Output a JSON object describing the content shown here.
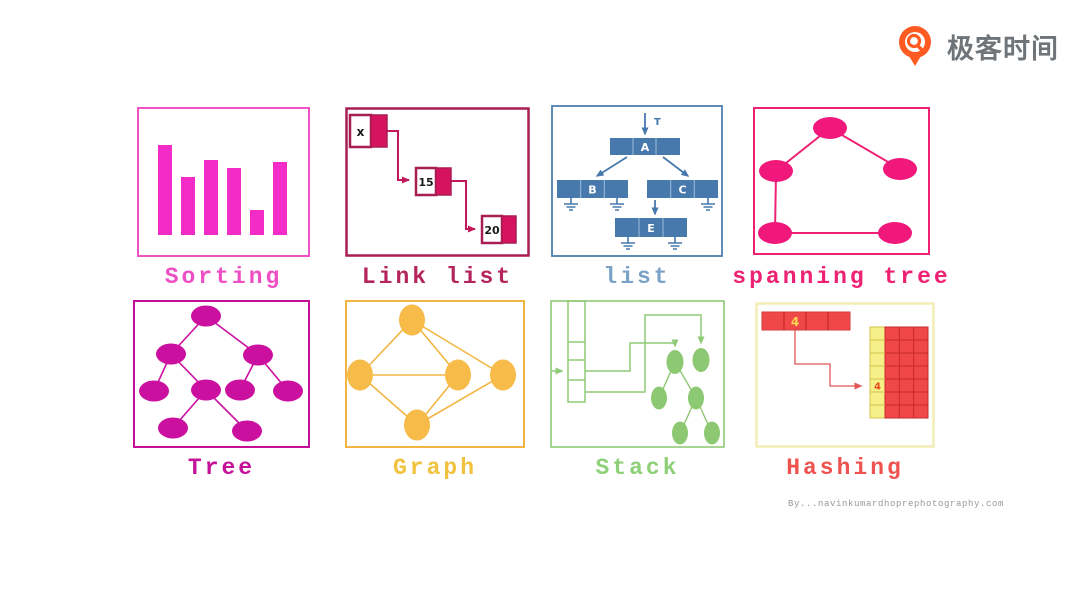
{
  "header": {
    "logo_text": "极客时间"
  },
  "panels": {
    "sorting": {
      "label": "Sorting",
      "bars": [
        90,
        58,
        75,
        67,
        25,
        73
      ]
    },
    "link_list": {
      "label": "Link list",
      "node1": "x",
      "node2": "15",
      "node3": "20"
    },
    "list": {
      "label": "list",
      "node_a": "A",
      "node_b": "B",
      "node_c": "C",
      "node_e": "E",
      "pointer": "T"
    },
    "spanning_tree": {
      "label": "spanning tree"
    },
    "tree": {
      "label": "Tree"
    },
    "graph": {
      "label": "Graph"
    },
    "stack": {
      "label": "Stack"
    },
    "hashing": {
      "label": "Hashing",
      "key": "4",
      "bucket": "4"
    }
  },
  "footer": {
    "watermark": "By...navinkumardhoprephotography.com"
  },
  "colors": {
    "sorting_pink": "#ee4fc5",
    "sorting_bar": "#f32cc8",
    "link_list_crimson": "#b5255d",
    "link_list_fill": "#d6135f",
    "list_blue": "#4c80b3",
    "list_label_blue": "#7ba3c8",
    "spanning_pink": "#ee2173",
    "tree_magenta": "#c5109a",
    "graph_orange": "#f2b544",
    "stack_green": "#8fca77",
    "hashing_red": "#f04848",
    "hashing_yellow": "#f7ef8a",
    "hashing_label_red": "#ef5350",
    "logo_orange": "#ff5a22"
  }
}
